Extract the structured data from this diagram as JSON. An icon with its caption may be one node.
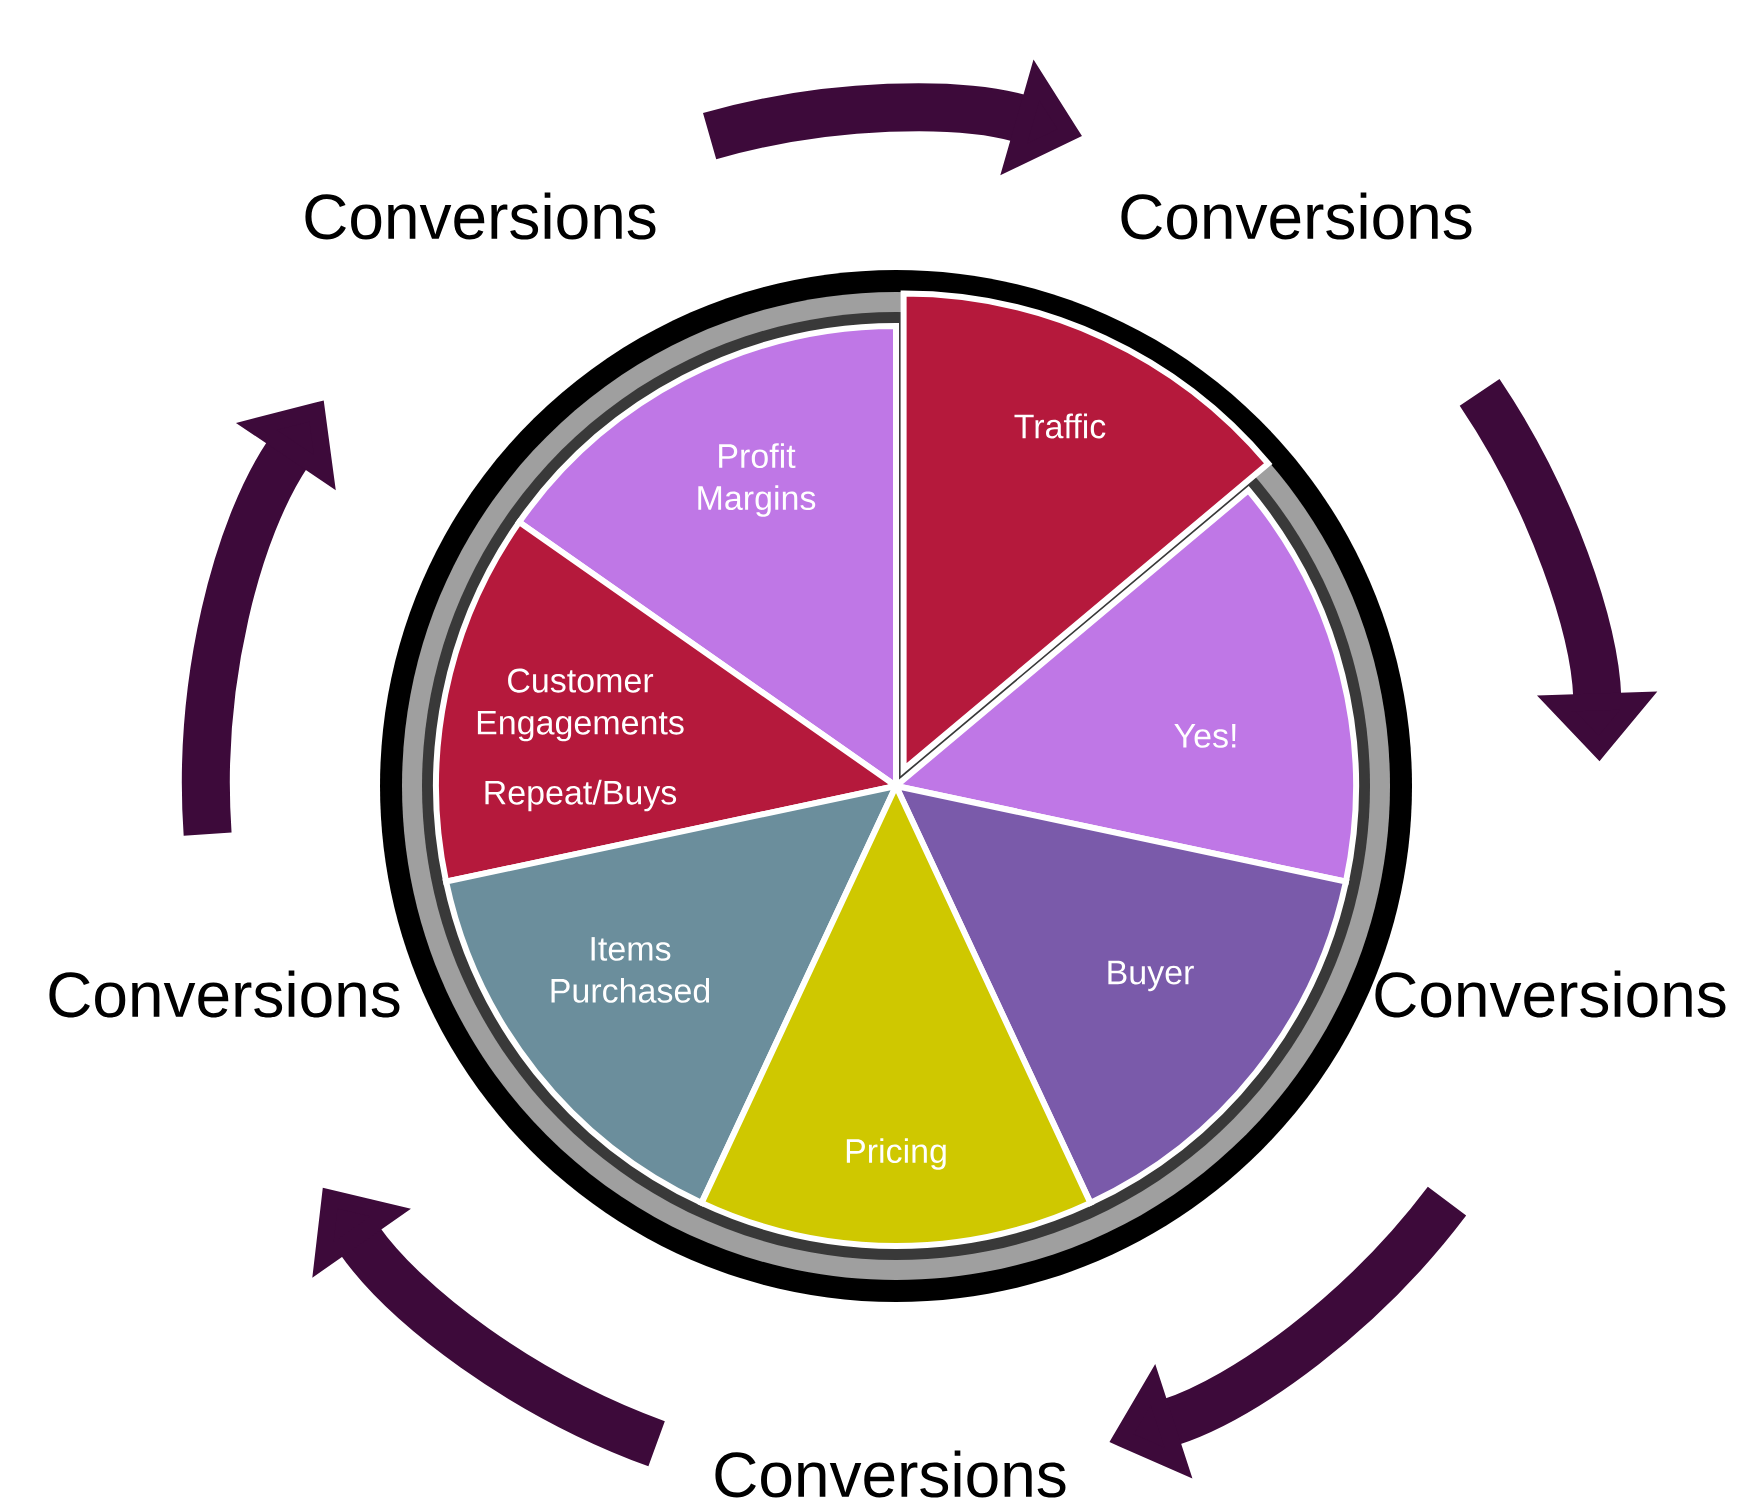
{
  "diagram": {
    "nodes": [
      {
        "text": [
          "Profit Margins"
        ]
      },
      {
        "text": [
          "Traffic"
        ]
      },
      {
        "text": [
          "Customer Engagements",
          "Repeat/Buys"
        ]
      },
      {
        "text": [
          "Yes!"
        ]
      },
      {
        "text": [
          "Items Purchased"
        ]
      },
      {
        "text": [
          "Buyer"
        ]
      },
      {
        "text": [
          "Pricing"
        ]
      }
    ],
    "labels": [
      "Conversions",
      "Conversions",
      "Conversions",
      "Conversions",
      "Conversions"
    ]
  }
}
